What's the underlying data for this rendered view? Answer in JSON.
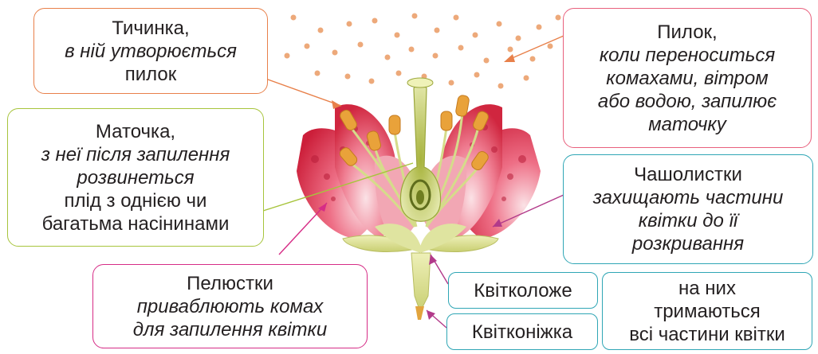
{
  "labels": {
    "stamen": {
      "title": "Тичинка,",
      "desc": "в ній утворюється",
      "tail": "пилок"
    },
    "pistil": {
      "title": "Маточка,",
      "desc1": "з неї після запилення",
      "desc2": "розвинеться",
      "tail1": "плід з однією чи",
      "tail2": "багатьма насінинами"
    },
    "petals": {
      "title": "Пелюстки",
      "desc1": "приваблюють комах",
      "desc2": "для запилення квітки"
    },
    "pollen": {
      "title": "Пилок,",
      "desc1": "коли переноситься",
      "desc2": "комахами, вітром",
      "desc3": "або водою, запилює",
      "desc4": "маточку"
    },
    "sepals": {
      "title": "Чашолистки",
      "desc1": "захищають частини",
      "desc2": "квітки до її",
      "desc3": "розкривання"
    },
    "receptacle": {
      "title": "Квітколоже"
    },
    "pedicel": {
      "title": "Квітконіжка"
    },
    "receptacle_note": {
      "line1": "на них",
      "line2": "тримаються",
      "line3": "всі частини квітки"
    }
  },
  "colors": {
    "orange": "#e8804a",
    "green": "#a7c43c",
    "magenta": "#d62c86",
    "pink": "#e8607d",
    "teal": "#2fa6b5",
    "petal": "#d9304d",
    "anther": "#e9a23a",
    "sepal": "#d7dc8e"
  }
}
